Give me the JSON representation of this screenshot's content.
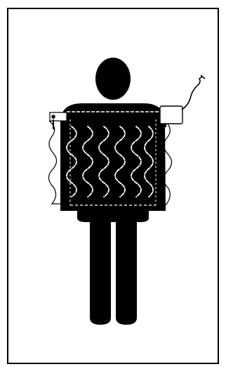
{
  "figure": {
    "kind": "pictogram",
    "subject": "person-wearing-heated-wrap",
    "colors": {
      "background": "#ffffff",
      "frame": "#000000",
      "figure": "#000000",
      "heating-element": "#ffffff",
      "garment-outline": "#ffffff"
    },
    "parts": {
      "head": "person-head",
      "torso": "person-torso",
      "legs": "person-legs",
      "garment": "heated-wrap-garment",
      "heating_coils": 6,
      "control_box": "power-control-unit",
      "cord": "power-cord"
    }
  }
}
